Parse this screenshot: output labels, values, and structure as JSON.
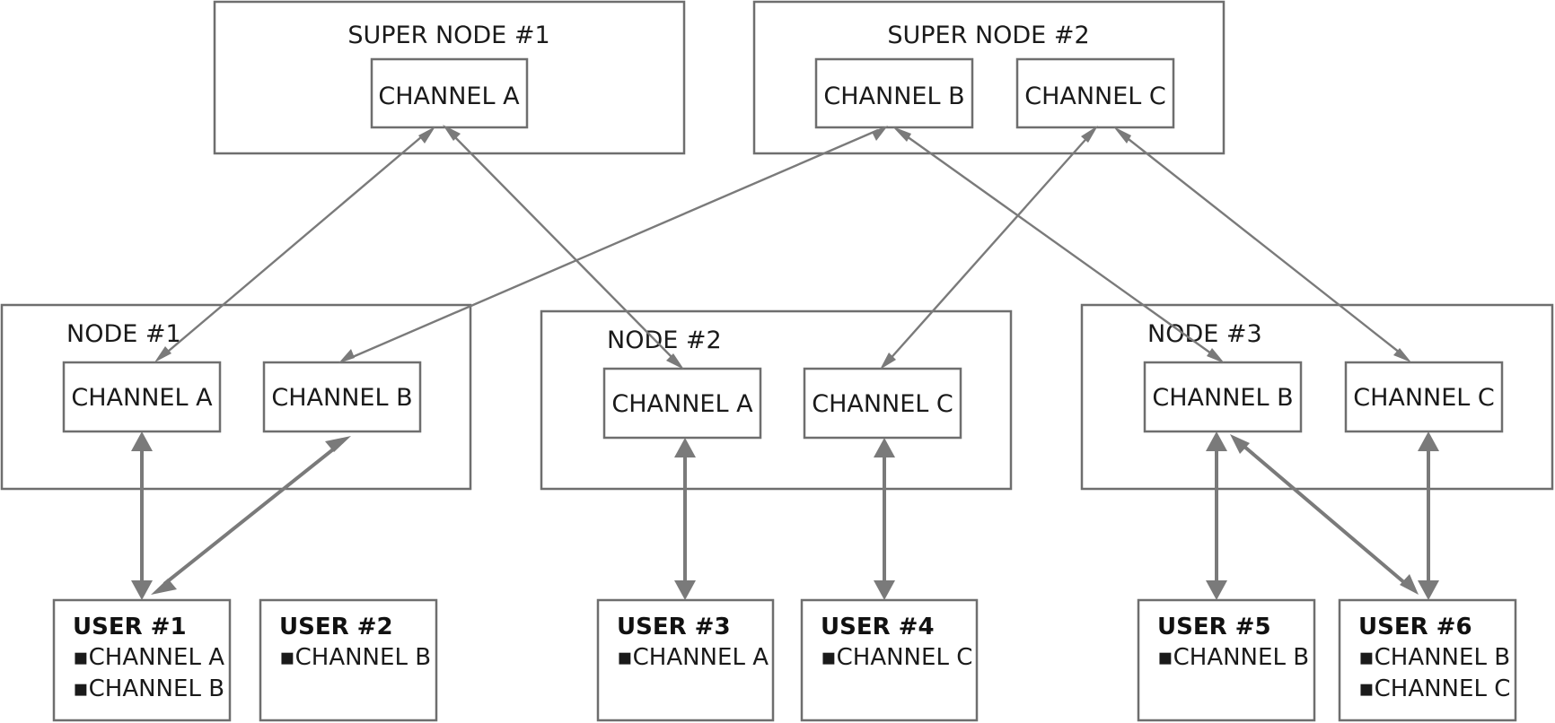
{
  "super_nodes": [
    {
      "id": "sn1",
      "label": "SUPER NODE #1",
      "channels": [
        {
          "id": "sn1a",
          "label": "CHANNEL A"
        }
      ]
    },
    {
      "id": "sn2",
      "label": "SUPER NODE #2",
      "channels": [
        {
          "id": "sn2b",
          "label": "CHANNEL B"
        },
        {
          "id": "sn2c",
          "label": "CHANNEL C"
        }
      ]
    }
  ],
  "nodes": [
    {
      "id": "n1",
      "label": "NODE #1",
      "channels": [
        {
          "id": "n1a",
          "label": "CHANNEL A"
        },
        {
          "id": "n1b",
          "label": "CHANNEL B"
        }
      ]
    },
    {
      "id": "n2",
      "label": "NODE #2",
      "channels": [
        {
          "id": "n2a",
          "label": "CHANNEL A"
        },
        {
          "id": "n2c",
          "label": "CHANNEL C"
        }
      ]
    },
    {
      "id": "n3",
      "label": "NODE #3",
      "channels": [
        {
          "id": "n3b",
          "label": "CHANNEL B"
        },
        {
          "id": "n3c",
          "label": "CHANNEL C"
        }
      ]
    }
  ],
  "users": [
    {
      "id": "u1",
      "label": "USER #1",
      "items": [
        "▪CHANNEL A",
        "▪CHANNEL B"
      ]
    },
    {
      "id": "u2",
      "label": "USER #2",
      "items": [
        "▪CHANNEL B"
      ]
    },
    {
      "id": "u3",
      "label": "USER #3",
      "items": [
        "▪CHANNEL A"
      ]
    },
    {
      "id": "u4",
      "label": "USER #4",
      "items": [
        "▪CHANNEL C"
      ]
    },
    {
      "id": "u5",
      "label": "USER #5",
      "items": [
        "▪CHANNEL B"
      ]
    },
    {
      "id": "u6",
      "label": "USER #6",
      "items": [
        "▪CHANNEL B",
        "▪CHANNEL C"
      ]
    }
  ],
  "edges": [
    {
      "from": "sn1a",
      "to": "n1a",
      "bidirectional": true
    },
    {
      "from": "sn1a",
      "to": "n2a",
      "bidirectional": true
    },
    {
      "from": "sn2b",
      "to": "n1b",
      "bidirectional": true
    },
    {
      "from": "sn2b",
      "to": "n3b",
      "bidirectional": true
    },
    {
      "from": "sn2c",
      "to": "n2c",
      "bidirectional": true
    },
    {
      "from": "sn2c",
      "to": "n3c",
      "bidirectional": true
    },
    {
      "from": "n1a",
      "to": "u1",
      "bidirectional": true
    },
    {
      "from": "n1b",
      "to": "u1",
      "bidirectional": true
    },
    {
      "from": "n2a",
      "to": "u3",
      "bidirectional": true
    },
    {
      "from": "n2c",
      "to": "u4",
      "bidirectional": true
    },
    {
      "from": "n3b",
      "to": "u5",
      "bidirectional": true
    },
    {
      "from": "n3b",
      "to": "u6",
      "bidirectional": true
    },
    {
      "from": "n3c",
      "to": "u6",
      "bidirectional": true
    }
  ],
  "colors": {
    "border": "#6e6e6e",
    "edge": "#7a7a7a",
    "text": "#1a1a1a"
  }
}
